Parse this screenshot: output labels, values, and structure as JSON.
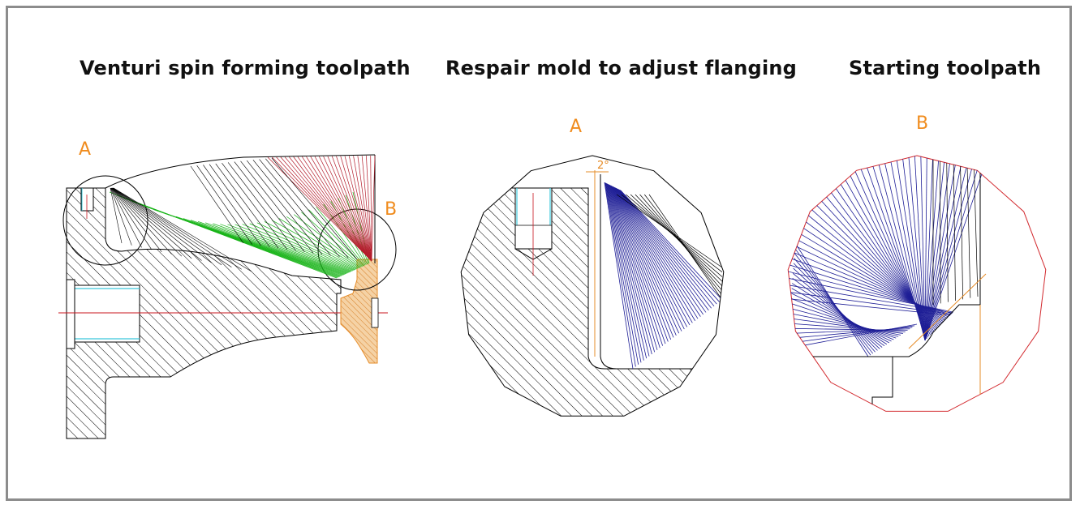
{
  "titles": {
    "venturi": "Venturi spin forming toolpath",
    "repair": "Respair mold to adjust flanging",
    "starting": "Starting toolpath"
  },
  "markers": {
    "a_main": "A",
    "b_main": "B",
    "a_detail": "A",
    "b_detail": "B"
  },
  "angle_label": "2°",
  "colors": {
    "frame": "#8c8c8c",
    "marker": "#f08c1e",
    "hatch": "#000000",
    "toolpath_green": "#19b419",
    "toolpath_red": "#b41e2d",
    "toolpath_blue": "#1e1e96",
    "detail_circle_red": "#d2282d",
    "centerline": "#c8141e",
    "bore_cyan": "#3cc8dc",
    "roller_fill": "#f5d2a5",
    "roller_orange": "#e68c28"
  }
}
